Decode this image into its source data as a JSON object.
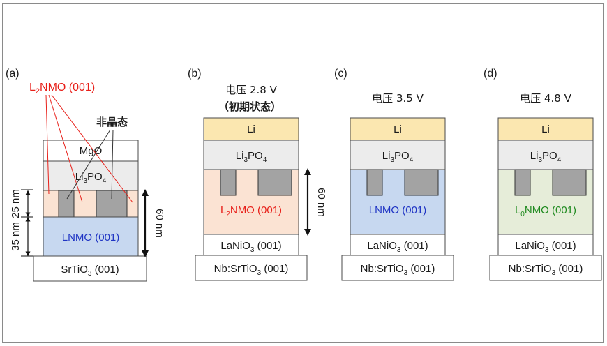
{
  "panels": {
    "a": {
      "label": "(a)",
      "callout": {
        "main": "L",
        "sub": "2",
        "rest": "NMO (001)"
      },
      "amorphous": "非晶态",
      "mgo": "MgO",
      "lipo": {
        "main": "Li",
        "sub": "3",
        "mid": "PO",
        "sub2": "4"
      },
      "lnmo": "LNMO (001)",
      "substrate": {
        "main": "SrTiO",
        "sub": "3",
        "rest": " (001)"
      },
      "dim_top": "25 nm",
      "dim_bottom": "35 nm",
      "dim_total": "60 nm"
    },
    "b": {
      "label": "(b)",
      "title_line1": "电压 2.8 V",
      "title_line2": "（初期状态）",
      "li": "Li",
      "lipo": {
        "main": "Li",
        "sub": "3",
        "mid": "PO",
        "sub2": "4"
      },
      "active": {
        "main": "L",
        "sub": "2",
        "rest": "NMO (001)"
      },
      "electrode": {
        "main": "LaNiO",
        "sub": "3",
        "rest": " (001)"
      },
      "substrate": {
        "main": "Nb:SrTiO",
        "sub": "3",
        "rest": " (001)"
      },
      "dim": "60 nm"
    },
    "c": {
      "label": "(c)",
      "title_line1": "电压 3.5 V",
      "li": "Li",
      "lipo": {
        "main": "Li",
        "sub": "3",
        "mid": "PO",
        "sub2": "4"
      },
      "active": {
        "main": "LNMO (001)"
      },
      "electrode": {
        "main": "LaNiO",
        "sub": "3",
        "rest": " (001)"
      },
      "substrate": {
        "main": "Nb:SrTiO",
        "sub": "3",
        "rest": " (001)"
      }
    },
    "d": {
      "label": "(d)",
      "title_line1": "电压 4.8 V",
      "li": "Li",
      "lipo": {
        "main": "Li",
        "sub": "3",
        "mid": "PO",
        "sub2": "4"
      },
      "active": {
        "main": "L",
        "sub": "0",
        "rest": "NMO (001)"
      },
      "electrode": {
        "main": "LaNiO",
        "sub": "3",
        "rest": " (001)"
      },
      "substrate": {
        "main": "Nb:SrTiO",
        "sub": "3",
        "rest": " (001)"
      }
    }
  },
  "colors": {
    "li_fill": "#fbe7b0",
    "lipo_fill": "#ececec",
    "l2nmo_fill": "#fbe3d3",
    "lnmo_fill": "#c7d8f0",
    "l0nmo_fill": "#e6edd9",
    "pillar_fill": "#a3a3a3",
    "red_text": "#e8201a",
    "blue_text": "#1f34c4",
    "green_text": "#1f8a1f",
    "dark_text": "#1a1a1a"
  }
}
